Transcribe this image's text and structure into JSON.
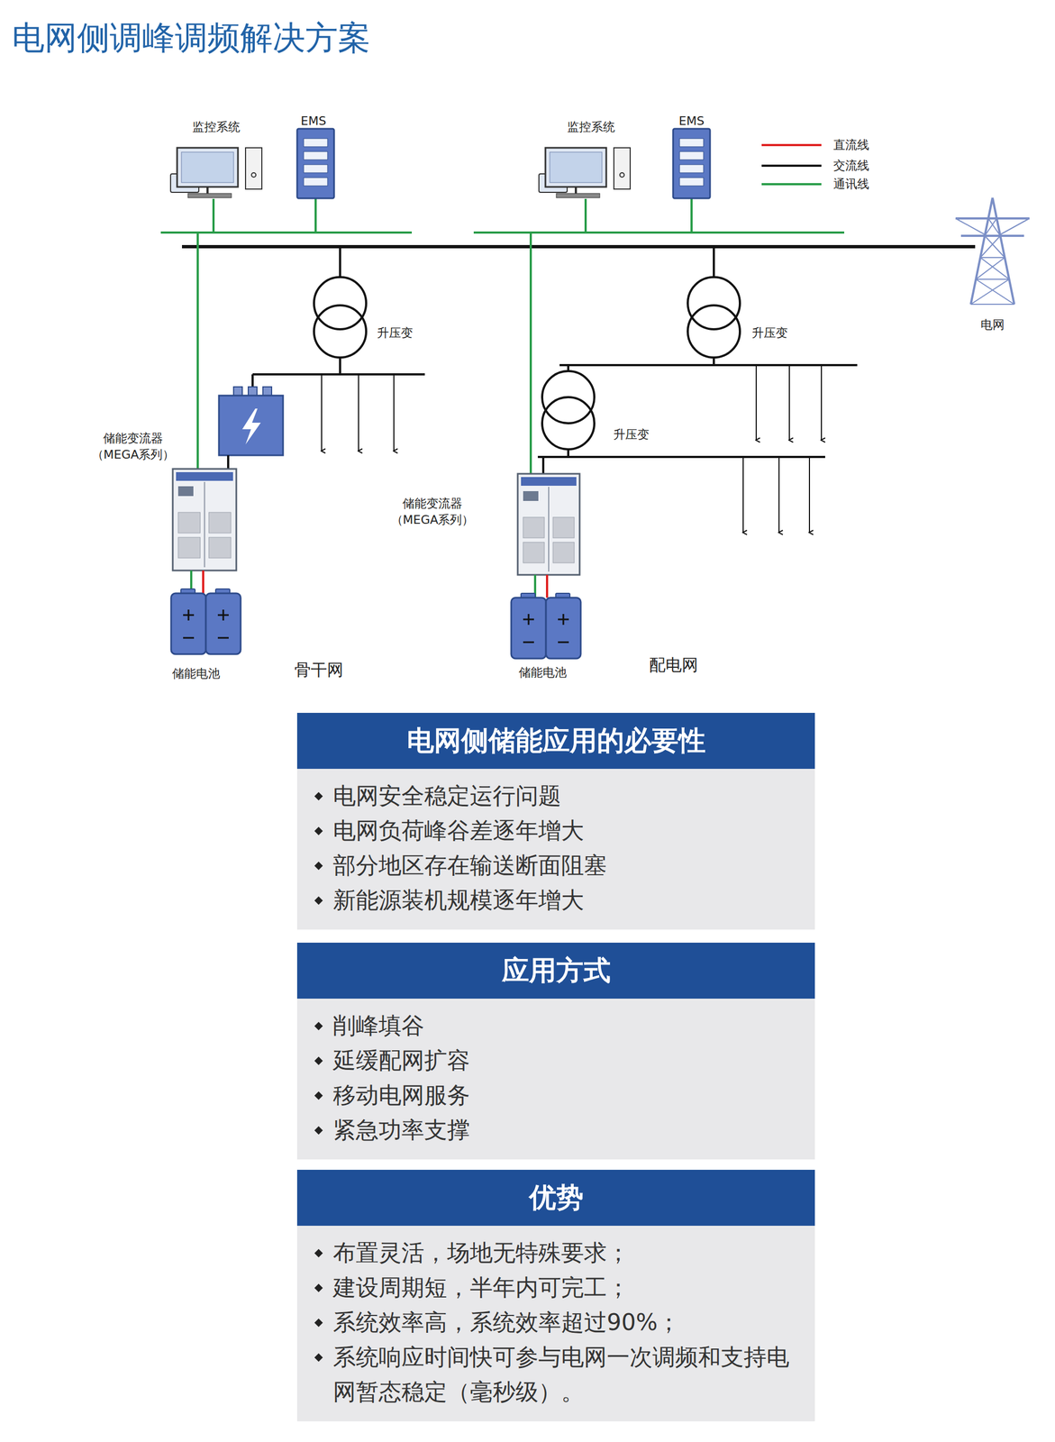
{
  "diagram": {
    "title": "电网侧调峰调频解决方案",
    "nodes": [
      {
        "text": [
          "电网安全稳定运行问题",
          "电网负荷峰谷差逐年增大",
          "部分地区存在输送断面阻塞",
          "新能源装机规模逐年增大"
        ]
      },
      {
        "text": [
          "电网侧储能应用的必要性"
        ],
        "in": 0
      },
      {
        "text": [
          "削峰填谷",
          "延缓配网扩容",
          "移动电网服务",
          "紧急功率支撑"
        ]
      },
      {
        "text": [
          "应用方式"
        ],
        "in": 2
      },
      {
        "text": [
          "布置灵活，场地无特殊要求；",
          "建设周期短，半年内可完工；",
          "系统效率高，系统效率超过90%；",
          "系统响应时间快可参与电网一次调频和支持电网暂态稳定（毫秒级）。"
        ]
      },
      {
        "text": [
          "优势"
        ],
        "in": 4
      }
    ],
    "labels": [
      "监控系统",
      "EMS",
      "监控系统",
      "EMS",
      "升压变",
      "储能变流器（MEGA系列）",
      "储能电池",
      "骨干网",
      "升压变",
      "升压变",
      "储能变流器（MEGA系列）",
      "储能电池",
      "配电网",
      "电网"
    ],
    "legend": [
      {
        "text": "直流线",
        "color": "#e02020"
      },
      {
        "text": "交流线",
        "color": "#111111"
      },
      {
        "text": "通讯线",
        "color": "#2a9d4a"
      }
    ]
  }
}
